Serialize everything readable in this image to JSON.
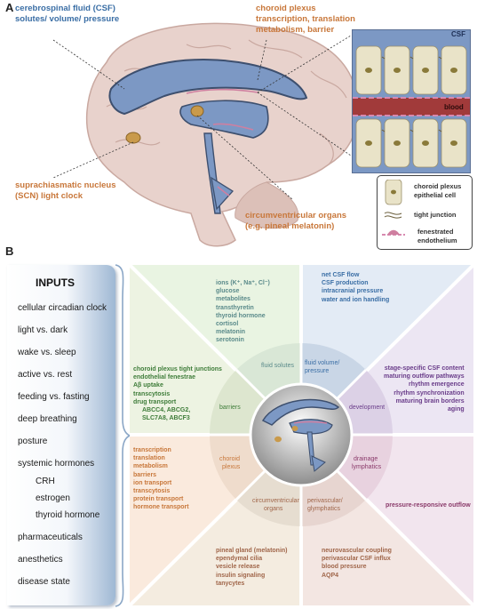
{
  "panel_a": {
    "letter": "A",
    "csf_title": "cerebrospinal fluid  (CSF)",
    "csf_sub": "solutes/ volume/ pressure",
    "cp_title": "choroid plexus",
    "cp_sub1": "transcription, translation",
    "cp_sub2": "metabolism, barrier",
    "inset_csf": "CSF",
    "inset_blood": "blood",
    "scn_line1": "suprachiasmatic nucleus",
    "scn_line2": "(SCN) light clock",
    "cvo_line1": "circumventricular organs",
    "cvo_line2": "(e.g. pineal melatonin)",
    "legend": {
      "cell_line1": "choroid plexus",
      "cell_line2": "epithelial cell",
      "junction": "tight junction",
      "endo_line1": "fenestrated",
      "endo_line2": "endothelium"
    }
  },
  "panel_b": {
    "letter": "B",
    "inputs_title": "INPUTS",
    "inputs": [
      "cellular circadian clock",
      "light vs. dark",
      "wake vs. sleep",
      "active vs. rest",
      "feeding vs. fasting",
      "deep breathing",
      "posture",
      "systemic hormones"
    ],
    "hormones": [
      "CRH",
      "estrogen",
      "thyroid hormone"
    ],
    "inputs_more": [
      "pharmaceuticals",
      "anesthetics",
      "disease state"
    ],
    "inner_labels": {
      "fluid_solutes": "fluid solutes",
      "fluid_volume_1": "fluid volume/",
      "fluid_volume_2": "pressure",
      "development": "development",
      "barriers": "barriers",
      "choroid_1": "choroid",
      "choroid_2": "plexus",
      "drainage_1": "drainage",
      "drainage_2": "lymphatics",
      "cvo_1": "circumventricular",
      "cvo_2": "organs",
      "perivascular_1": "perivascular/",
      "perivascular_2": "glymphatics"
    },
    "solutes_list": [
      "ions (K⁺, Na⁺, Cl⁻)",
      "glucose",
      "metabolites",
      "transthyretin",
      "thyroid hormone",
      "cortisol",
      "melatonin",
      "serotonin"
    ],
    "volume_list": [
      "net CSF flow",
      "CSF production",
      "intracranial pressure",
      "water and ion handling"
    ],
    "barriers_list": [
      "choroid plexus tight junctions",
      "endothelial fenestrae",
      "Aβ uptake",
      "transcytosis",
      "drug transport"
    ],
    "barriers_sub": [
      "ABCC4, ABCG2,",
      "SLC7A8, ABCF3"
    ],
    "development_list": [
      "stage-specific CSF content",
      "maturing outflow pathways",
      "rhythm emergence",
      "rhythm synchronization",
      "maturing brain borders",
      "aging"
    ],
    "choroid_list": [
      "transcription",
      "translation",
      "metabolism",
      "barriers",
      "ion transport",
      "transcytosis",
      "protein transport",
      "hormone transport"
    ],
    "drainage_list": [
      "pressure-responsive outflow"
    ],
    "cvo_list": [
      "pineal gland (melatonin)",
      "ependymal cilia",
      "vesicle release",
      "insulin signaling",
      "tanycytes"
    ],
    "perivascular_list": [
      "neurovascular coupling",
      "perivascular CSF influx",
      "blood pressure",
      "AQP4"
    ]
  },
  "colors": {
    "blue": "#3a6ea5",
    "orange": "#c8773a",
    "green": "#3f7d3a",
    "purple": "#6a3d8a",
    "teal": "#5a8a8a",
    "brown": "#a0664a",
    "pink": "#8a3a6a"
  }
}
